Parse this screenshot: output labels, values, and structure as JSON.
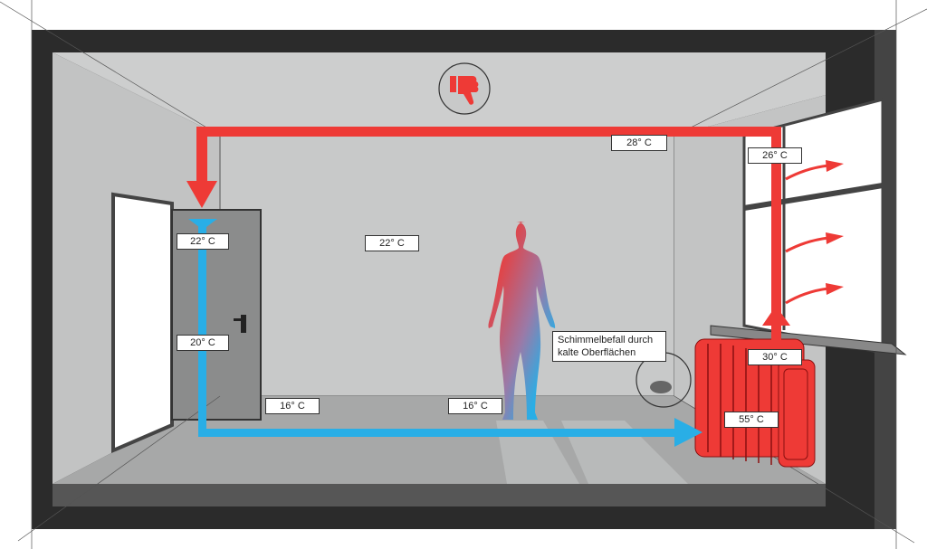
{
  "labels": {
    "ceiling_top": "28° C",
    "window_top": "26° C",
    "door_top": "22° C",
    "room_center": "22° C",
    "door_mid": "20° C",
    "floor_left": "16° C",
    "floor_center": "16° C",
    "above_radiator": "30° C",
    "radiator": "55° C"
  },
  "note": {
    "line1": "Schimmelbefall durch",
    "line2": "kalte Oberflächen"
  },
  "icons": {
    "rating": "thumbs-down-icon"
  },
  "colors": {
    "warm": "#ee3a36",
    "cold": "#29aee6",
    "frame": "#2b2b2b",
    "wall": "#c8c9c9"
  }
}
